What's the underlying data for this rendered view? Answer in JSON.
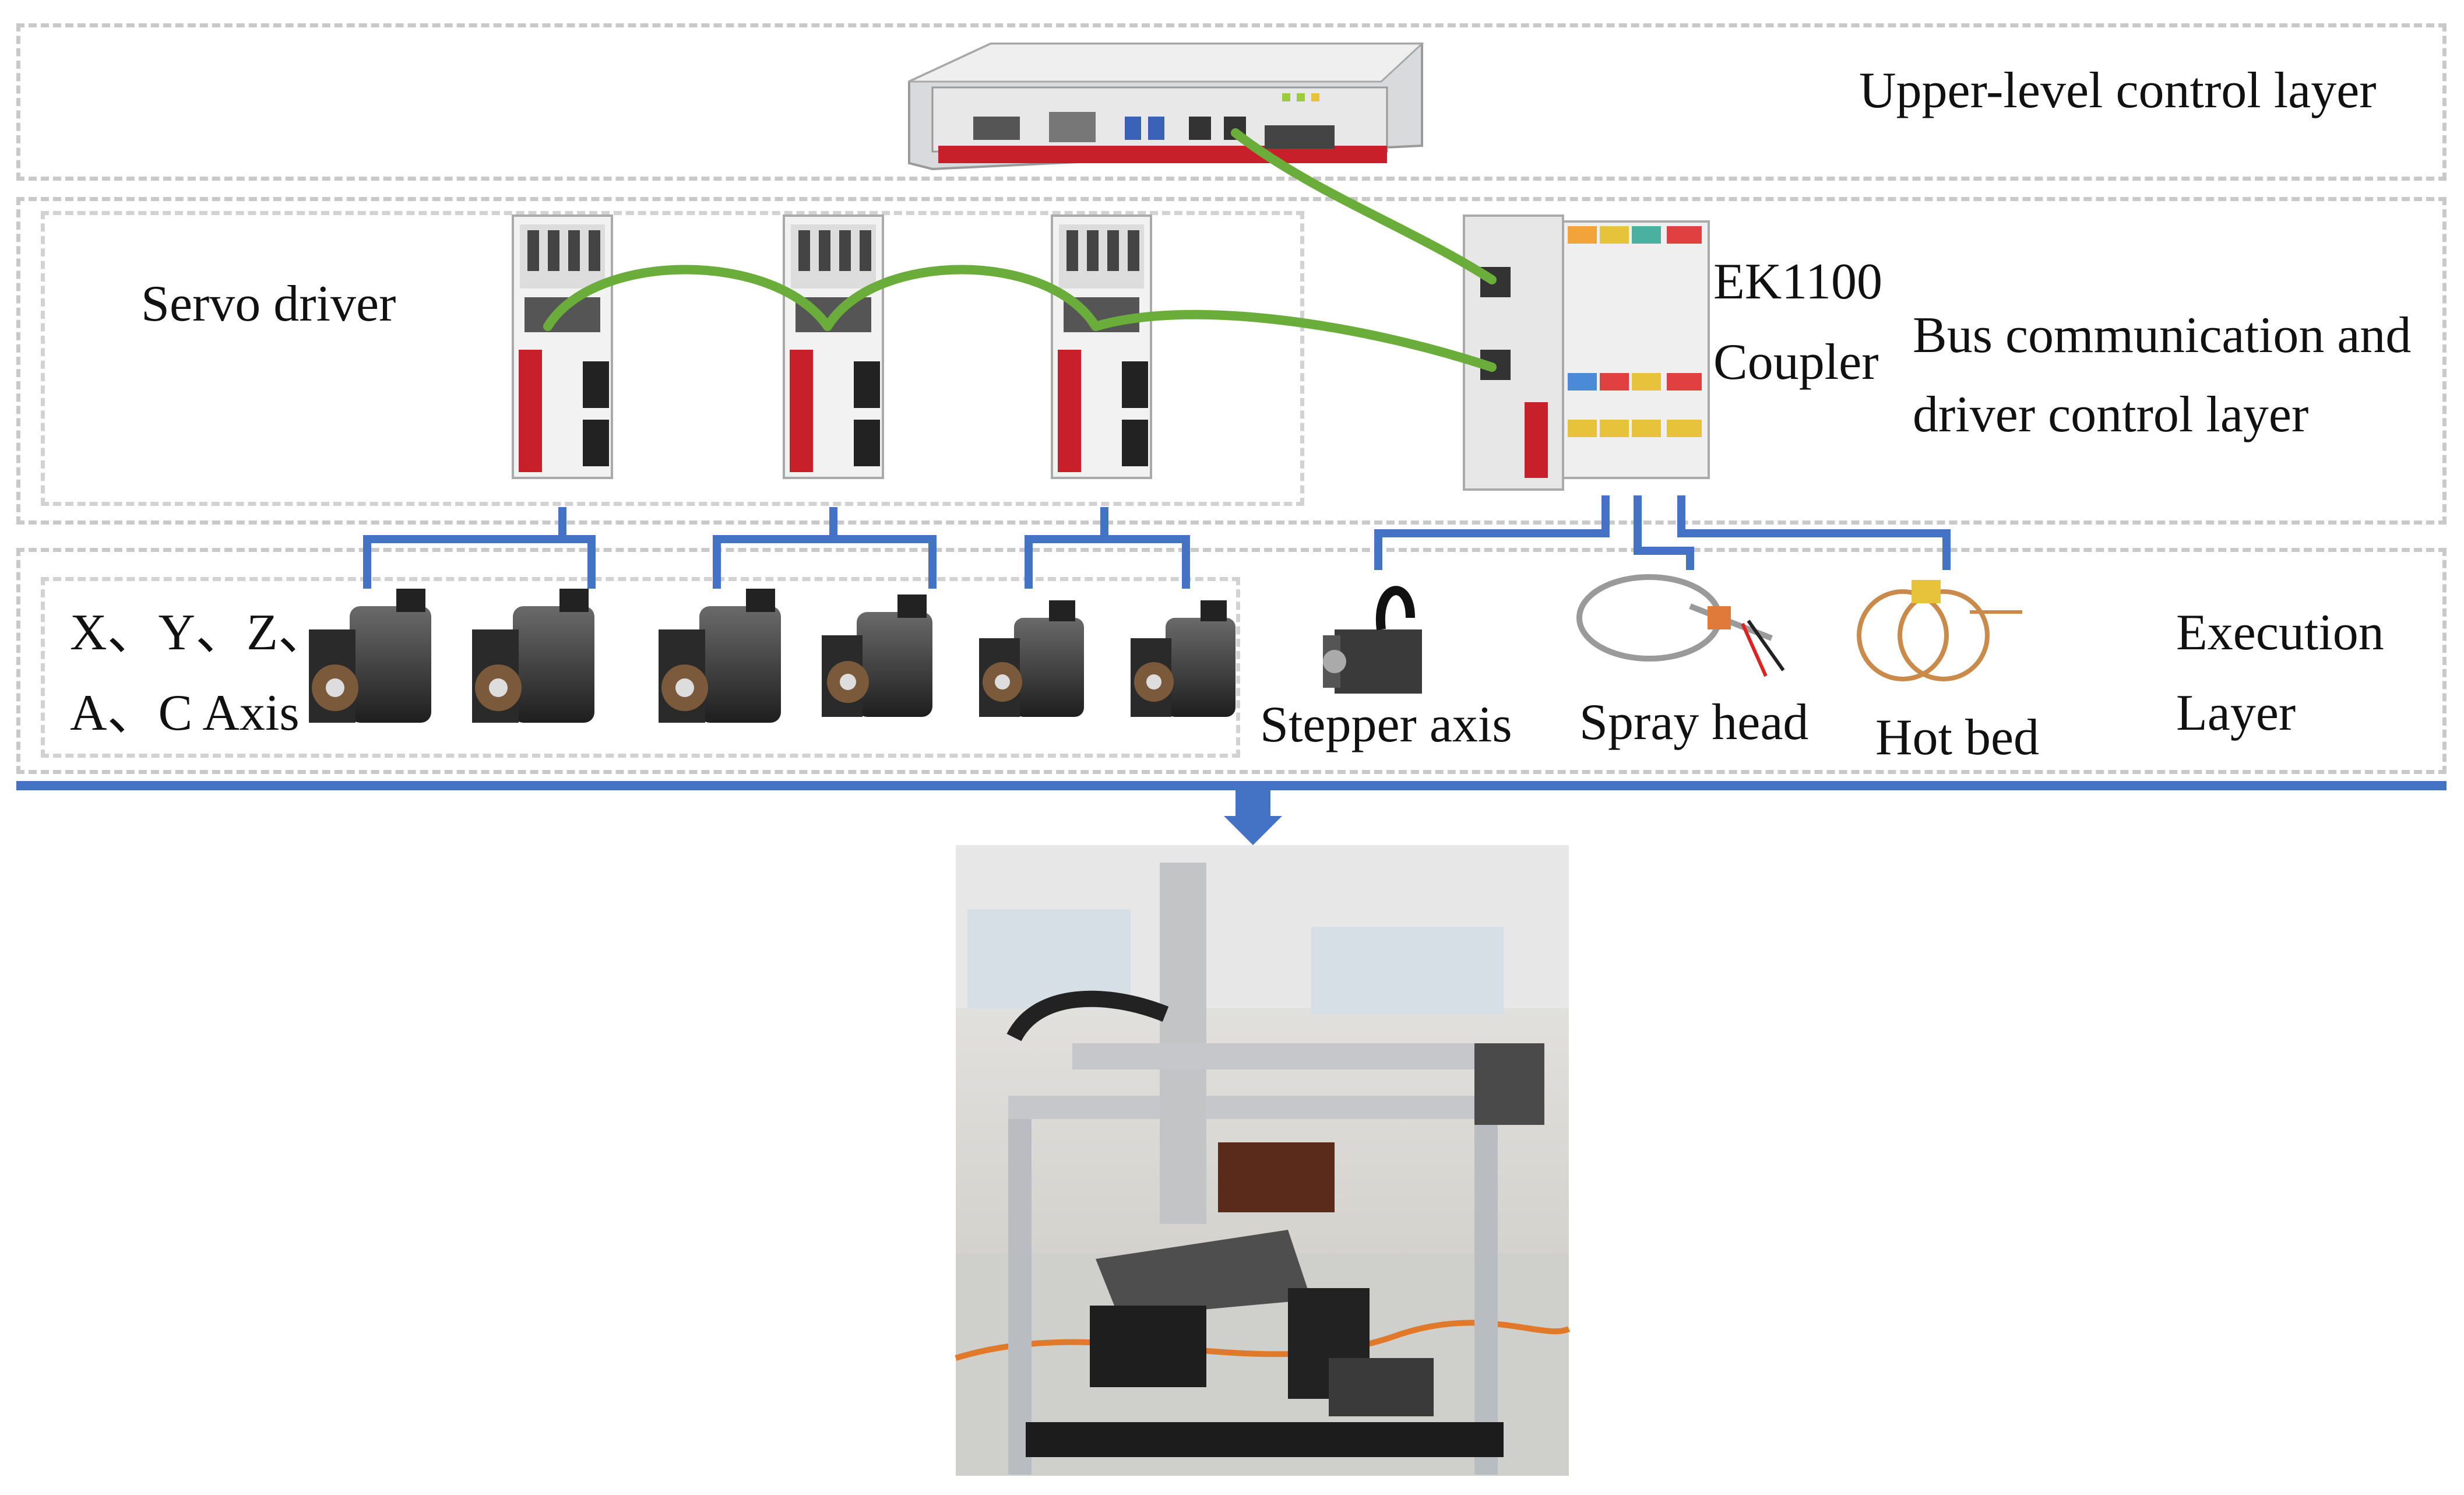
{
  "layers": {
    "upper": "Upper-level control layer",
    "bus_line1": "Bus communication and",
    "bus_line2": "driver control layer",
    "exec_line1": "Execution",
    "exec_line2": "Layer"
  },
  "labels": {
    "servo_driver": "Servo driver",
    "ek1100": "EK1100",
    "coupler": "Coupler",
    "axes_line1": "X、Y、Z、",
    "axes_line2": "A、C Axis",
    "stepper": "Stepper axis",
    "spray": "Spray head",
    "hotbed": "Hot bed"
  },
  "colors": {
    "ethercat_cable": "#6aad3a",
    "connector_line": "#4472c4",
    "dashed_border": "#c9c9c9",
    "beckhoff_red": "#c8202a"
  },
  "icons": {
    "controller": "industrial-pc-icon",
    "servo": "servo-drive-icon",
    "coupler": "ek1100-coupler-icon",
    "motor": "servo-motor-icon",
    "stepper": "stepper-motor-icon",
    "spray": "spray-head-sensor-icon",
    "hotbed": "thermocouple-icon",
    "printer": "printer-photo-icon"
  }
}
